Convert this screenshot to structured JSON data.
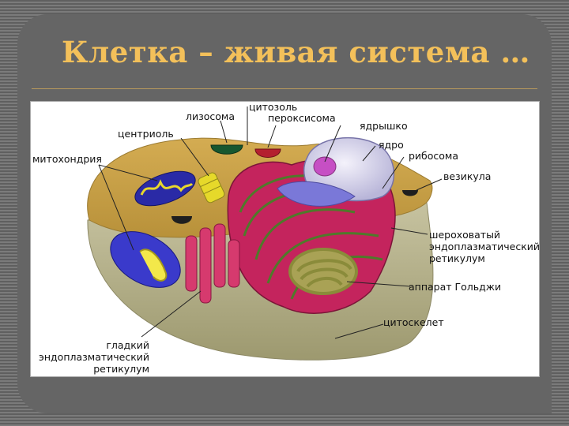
{
  "slide": {
    "title": "Клетка – живая система …"
  },
  "diagram": {
    "labels": {
      "cytosol": "цитозоль",
      "lysosome": "лизосома",
      "peroxisome": "пероксисома",
      "centriole": "центриоль",
      "nucleolus": "ядрышко",
      "nucleus": "ядро",
      "mitochondrion": "митохондрия",
      "ribosome": "рибосома",
      "vesicle": "везикула",
      "rough_er_line1": "шероховатый",
      "rough_er_line2": "эндоплазматический",
      "rough_er_line3": "ретикулум",
      "golgi": "аппарат Гольджи",
      "cytoskeleton": "цитоскелет",
      "smooth_er_line1": "гладкий",
      "smooth_er_line2": "эндоплазматический",
      "smooth_er_line3": "ретикулум"
    }
  }
}
